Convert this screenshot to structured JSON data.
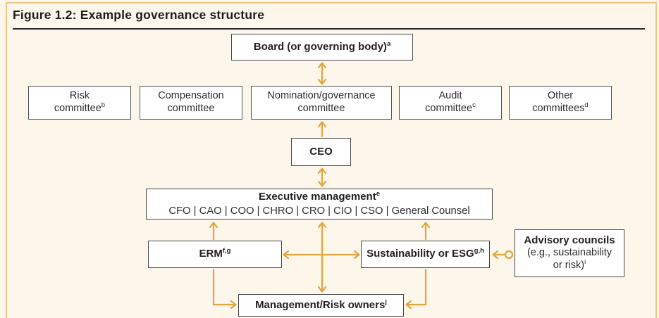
{
  "figure": {
    "title": "Figure 1.2: Example governance structure"
  },
  "colors": {
    "background": "#fdf6eb",
    "frame_border": "#ecc684",
    "arrow": "#e2a43c",
    "box_border": "#48474a",
    "text": "#231f20"
  },
  "nodes": {
    "board": {
      "label": "Board (or governing body)",
      "sup": "a"
    },
    "committees": [
      {
        "line1": "Risk",
        "line2": "committee",
        "sup": "b"
      },
      {
        "line1": "Compensation",
        "line2": "committee",
        "sup": ""
      },
      {
        "line1": "Nomination/governance",
        "line2": "committee",
        "sup": ""
      },
      {
        "line1": "Audit",
        "line2": "committee",
        "sup": "c"
      },
      {
        "line1": "Other",
        "line2": "committees",
        "sup": "d"
      }
    ],
    "ceo": {
      "label": "CEO",
      "sup": ""
    },
    "executive": {
      "label": "Executive management",
      "sup": "e",
      "members": "CFO | CAO | COO | CHRO | CRO | CIO | CSO | General Counsel"
    },
    "erm": {
      "label": "ERM",
      "sup": "f,g"
    },
    "sustainability": {
      "label": "Sustainability or ESG",
      "sup": "g,h"
    },
    "advisory": {
      "line1": "Advisory councils",
      "line2": "(e.g., sustainability",
      "line3": "or risk)",
      "sup": "i"
    },
    "management": {
      "label": "Management/Risk owners",
      "sup": "j"
    }
  }
}
